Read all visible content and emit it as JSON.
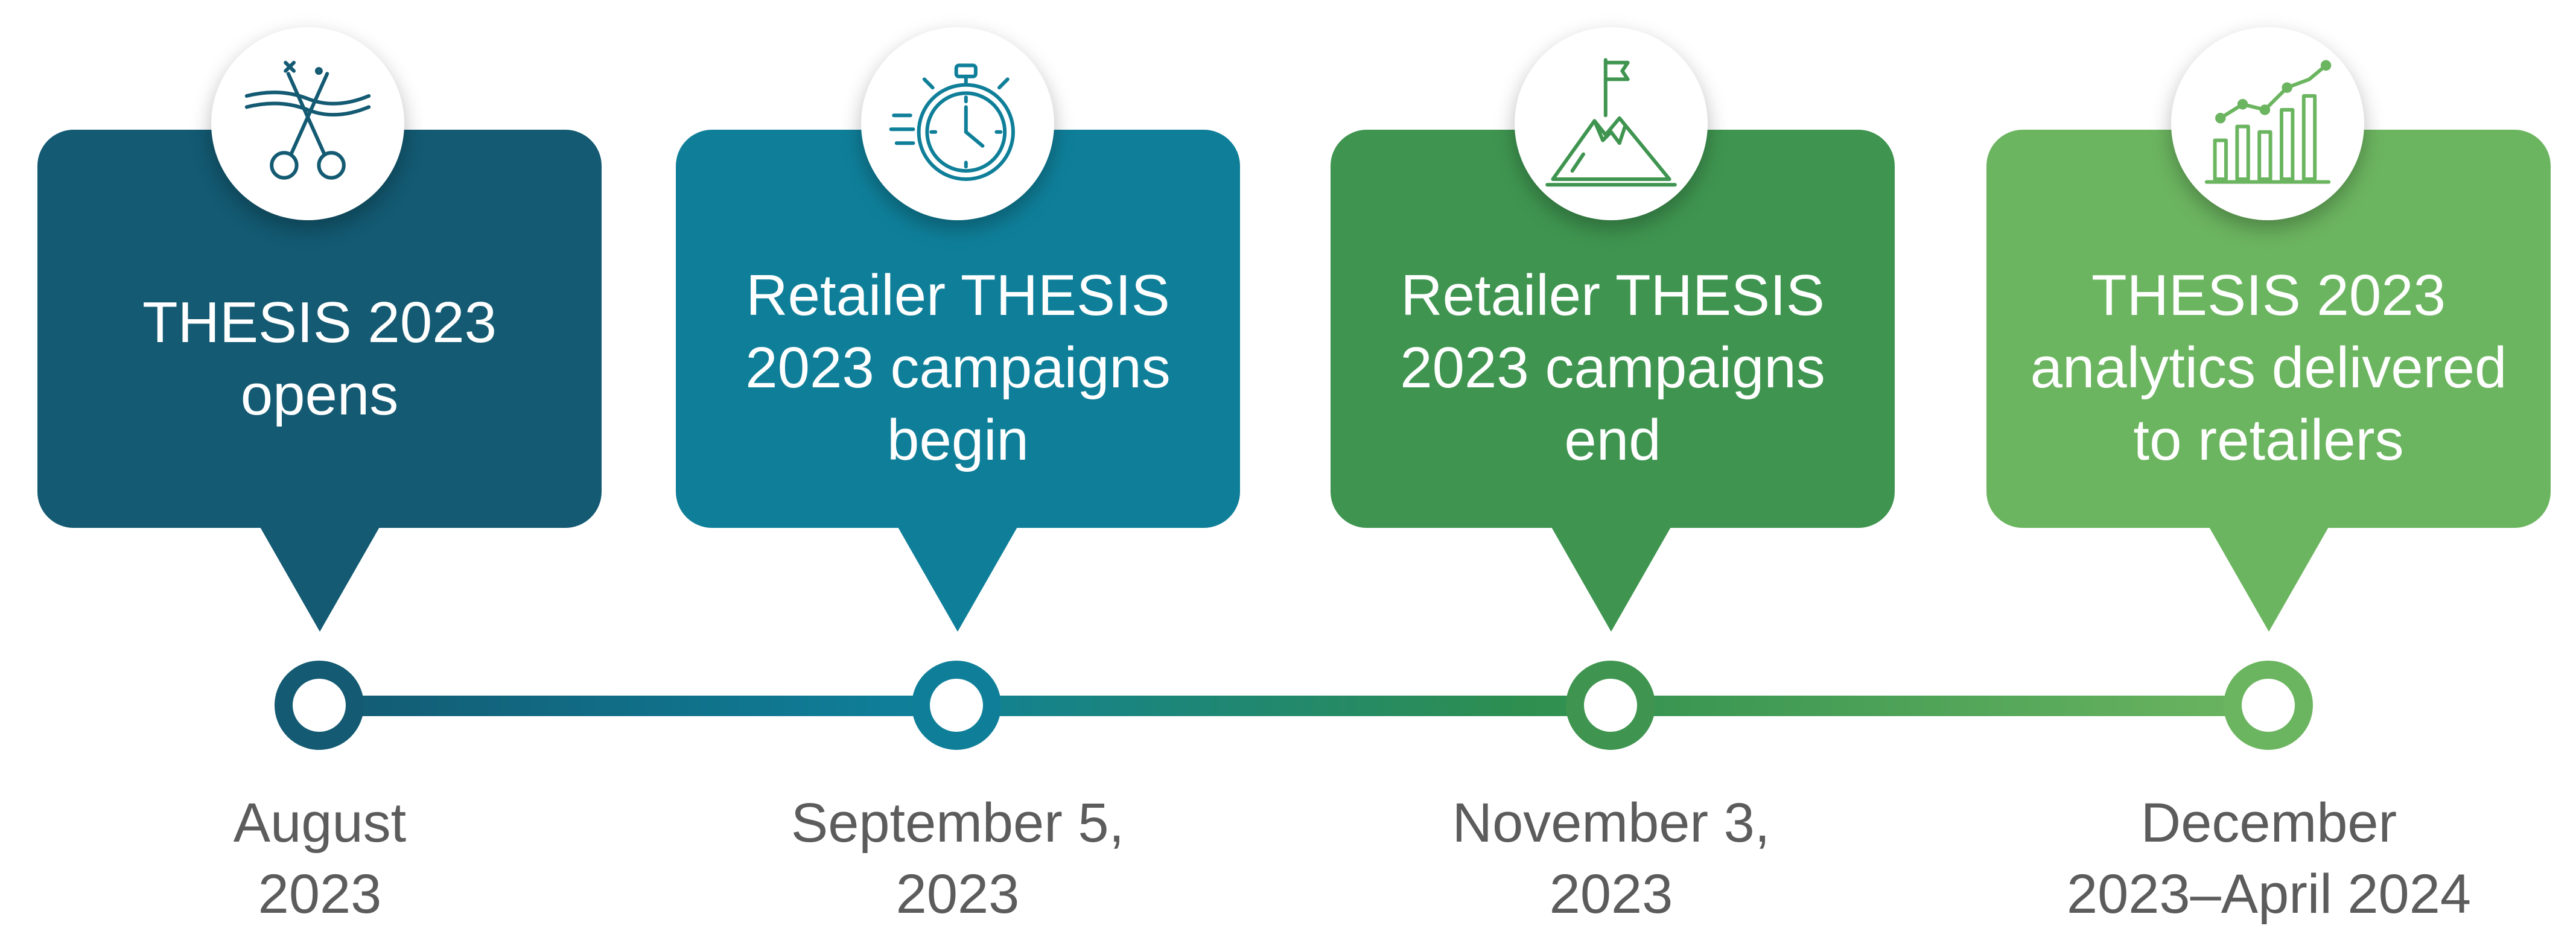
{
  "colors": {
    "stage1": "#135a72",
    "stage2": "#0f7f99",
    "stage3": "#3f9550",
    "stage4": "#6cb560",
    "date_text": "#5c5c5c"
  },
  "milestones": [
    {
      "icon": "ribbon-cutting-scissors-icon",
      "title_lines": [
        "THESIS 2023",
        "opens"
      ],
      "date_lines": [
        "August",
        "2023"
      ]
    },
    {
      "icon": "stopwatch-icon",
      "title_lines": [
        "Retailer THESIS",
        "2023 campaigns",
        "begin"
      ],
      "date_lines": [
        "September 5,",
        "2023"
      ]
    },
    {
      "icon": "mountain-flag-icon",
      "title_lines": [
        "Retailer THESIS",
        "2023 campaigns",
        "end"
      ],
      "date_lines": [
        "November 3,",
        "2023"
      ]
    },
    {
      "icon": "bar-chart-trend-icon",
      "title_lines": [
        "THESIS 2023",
        "analytics delivered",
        "to retailers"
      ],
      "date_lines": [
        "December",
        "2023–April 2024"
      ]
    }
  ]
}
